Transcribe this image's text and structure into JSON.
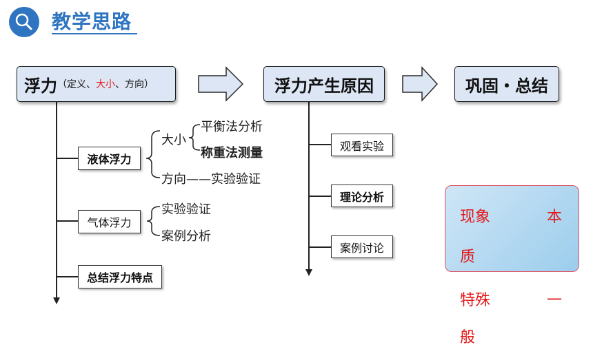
{
  "header": {
    "title": "教学思路",
    "icon": "search-icon"
  },
  "boxes": {
    "fuli": {
      "main": "浮力",
      "open": "（定义、",
      "highlight": "大小",
      "rest": "、方向）"
    },
    "reason": "浮力产生原因",
    "consolidate": "巩固・总结"
  },
  "branches": {
    "liquid": {
      "label": "液体浮力",
      "size_label": "大小",
      "size_items": [
        "平衡法分析",
        "称重法测量"
      ],
      "direction": "方向——实验验证"
    },
    "gas": {
      "label": "气体浮力",
      "items": [
        "实验验证",
        "案例分析"
      ]
    },
    "summary": "总结浮力特点"
  },
  "reason_items": [
    "观看实验",
    "理论分析",
    "案例讨论"
  ],
  "note": {
    "line1": [
      "现象",
      "本"
    ],
    "line2": [
      "质"
    ],
    "line3": [
      "特殊",
      "一"
    ],
    "line4": "般"
  },
  "colors": {
    "accent": "#2e74c0",
    "highlight": "#e31818",
    "box_fill": "#dde6f4"
  }
}
